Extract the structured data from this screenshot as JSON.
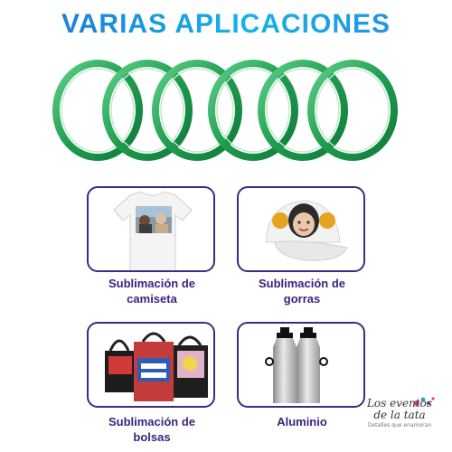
{
  "header": {
    "title": "VARIAS APLICACIONES"
  },
  "colors": {
    "tape_green": "#2aa65a",
    "card_border": "#3b2a86",
    "caption": "#3a2480",
    "title_start": "#1f6fd4",
    "title_end": "#12b4ea"
  },
  "products": [
    {
      "image": "white-tshirt-with-family-photo",
      "caption_line1": "Sublimación de",
      "caption_line2": "camiseta"
    },
    {
      "image": "white-cap-with-child-photo",
      "caption_line1": "Sublimación de",
      "caption_line2": "gorras"
    },
    {
      "image": "printed-tote-bags",
      "caption_line1": "Sublimación de",
      "caption_line2": "bolsas"
    },
    {
      "image": "aluminium-water-bottles",
      "caption_line1": "Aluminio",
      "caption_line2": ""
    }
  ],
  "logo": {
    "line1": "Los eventos",
    "line2": "de la tata",
    "tagline": "Detalles que enamoran"
  }
}
